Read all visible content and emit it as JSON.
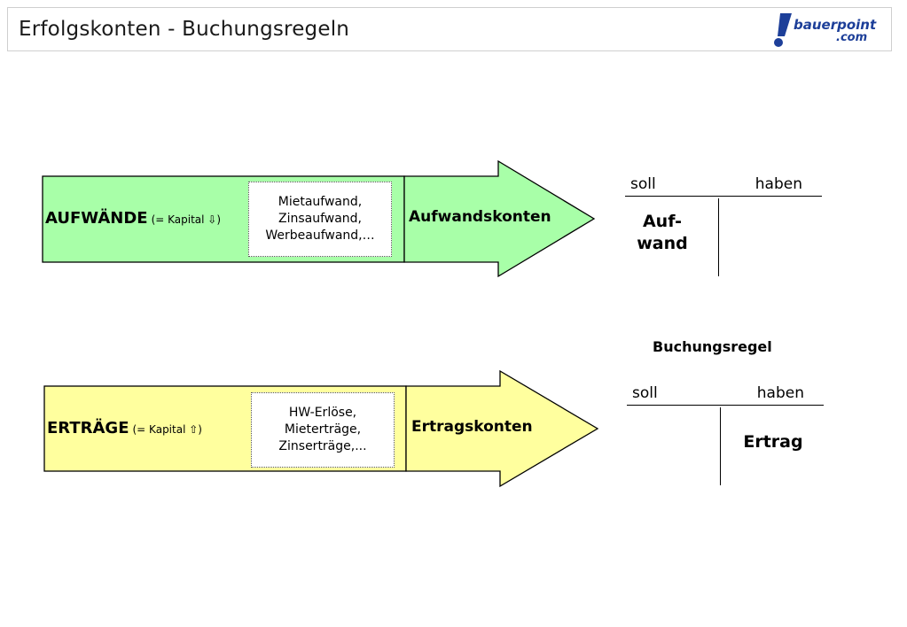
{
  "header": {
    "title": "Erfolgskonten - Buchungsregeln",
    "logo_line1": "bauerpoint",
    "logo_line2": ".com"
  },
  "colors": {
    "expense_fill": "#a8ffa8",
    "revenue_fill": "#ffff9e",
    "logo_blue": "#1d3f99"
  },
  "aufwand": {
    "label": "AUFWÄNDE",
    "capital_note": "(= Kapital ⇩)",
    "examples": [
      "Mietaufwand,",
      "Zinsaufwand,",
      "Werbeaufwand,…"
    ],
    "arrow_label": "Aufwandskonten"
  },
  "ertrag": {
    "label": "ERTRÄGE",
    "capital_note": "(= Kapital ⇧)",
    "examples": [
      "HW-Erlöse,",
      "Mieterträge,",
      "Zinserträge,..."
    ],
    "arrow_label": "Ertragskonten"
  },
  "taccount_top": {
    "soll": "soll",
    "haben": "haben",
    "left_entry_line1": "Auf-",
    "left_entry_line2": "wand",
    "right_entry": ""
  },
  "rule_caption": "Buchungsregel",
  "taccount_bottom": {
    "soll": "soll",
    "haben": "haben",
    "left_entry_line1": "",
    "left_entry_line2": "",
    "right_entry": "Ertrag"
  }
}
